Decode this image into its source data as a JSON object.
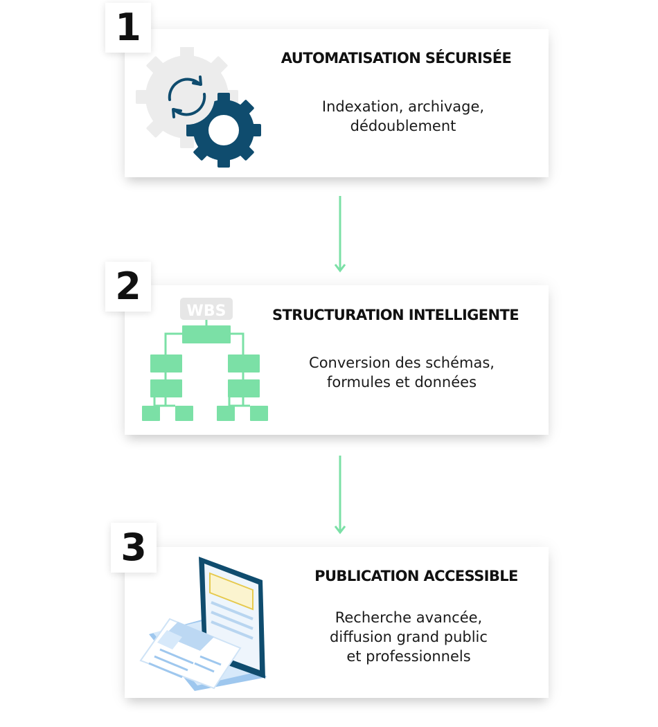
{
  "steps": [
    {
      "number": "1",
      "title": "AUTOMATISATION SÉCURISÉE",
      "lines": [
        "Indexation, archivage,",
        "dédoublement"
      ],
      "icon": "gears-sync-icon"
    },
    {
      "number": "2",
      "title": "STRUCTURATION INTELLIGENTE",
      "lines": [
        "Conversion des schémas,",
        "formules et données"
      ],
      "icon": "wbs-tree-icon",
      "icon_label": "WBS"
    },
    {
      "number": "3",
      "title": "PUBLICATION ACCESSIBLE",
      "lines": [
        "Recherche avancée,",
        "diffusion grand public",
        "et professionnels"
      ],
      "icon": "laptop-document-icon"
    }
  ],
  "colors": {
    "green": "#7be0a6",
    "navy": "#0f4c6e",
    "light_gray": "#ececec",
    "blue": "#2a6ea8"
  }
}
